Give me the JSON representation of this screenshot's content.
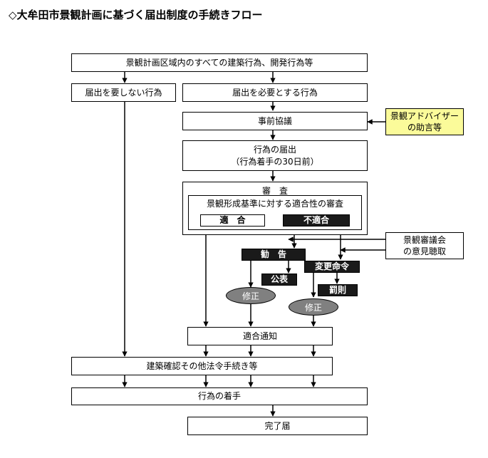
{
  "title": "◇大牟田市景観計画に基づく届出制度の手続きフロー",
  "nodes": {
    "all_acts": "景観計画区域内のすべての建築行為、開発行為等",
    "no_notice": "届出を要しない行為",
    "need_notice": "届出を必要とする行為",
    "pre_consult": "事前協議",
    "advisor_line1": "景観アドバイザー",
    "advisor_line2": "の助言等",
    "notice_line1": "行為の届出",
    "notice_line2": "（行為着手の30日前）",
    "review_title": "審　査",
    "review_sub": "景観形成基準に対する適合性の審査",
    "conform": "適　合",
    "nonconform": "不適合",
    "council_line1": "景観審議会",
    "council_line2": "の意見聴取",
    "advise": "勧　告",
    "public": "公表",
    "change_order": "変更命令",
    "penalty": "罰則",
    "fix1": "修正",
    "fix2": "修正",
    "conform_notice": "適合通知",
    "building_confirm": "建築確認その他法令手続き等",
    "start": "行為の着手",
    "complete": "完了届"
  }
}
